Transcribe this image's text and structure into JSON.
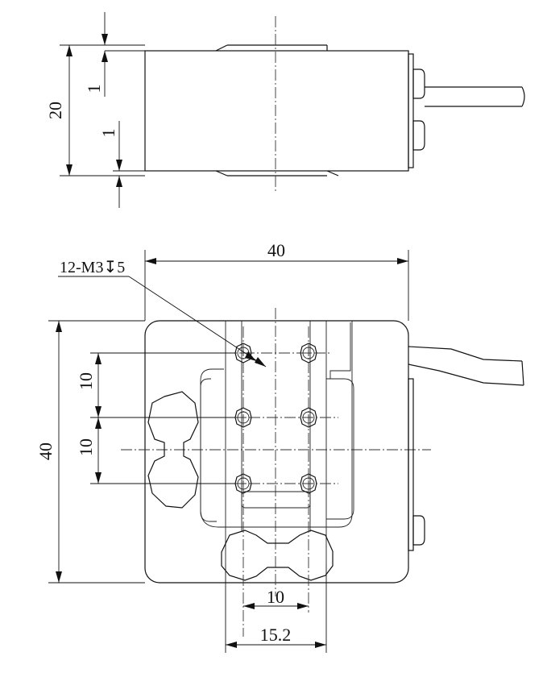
{
  "side_view": {
    "height_dim": "20",
    "top_offset_dim": "1",
    "bottom_offset_dim": "1"
  },
  "top_view": {
    "thread_callout": "12-M3↧5",
    "width_dim": "40",
    "height_dim": "40",
    "hole_pitch_y_upper": "10",
    "hole_pitch_y_lower": "10",
    "hole_pitch_x": "10",
    "slot_width": "15.2"
  }
}
